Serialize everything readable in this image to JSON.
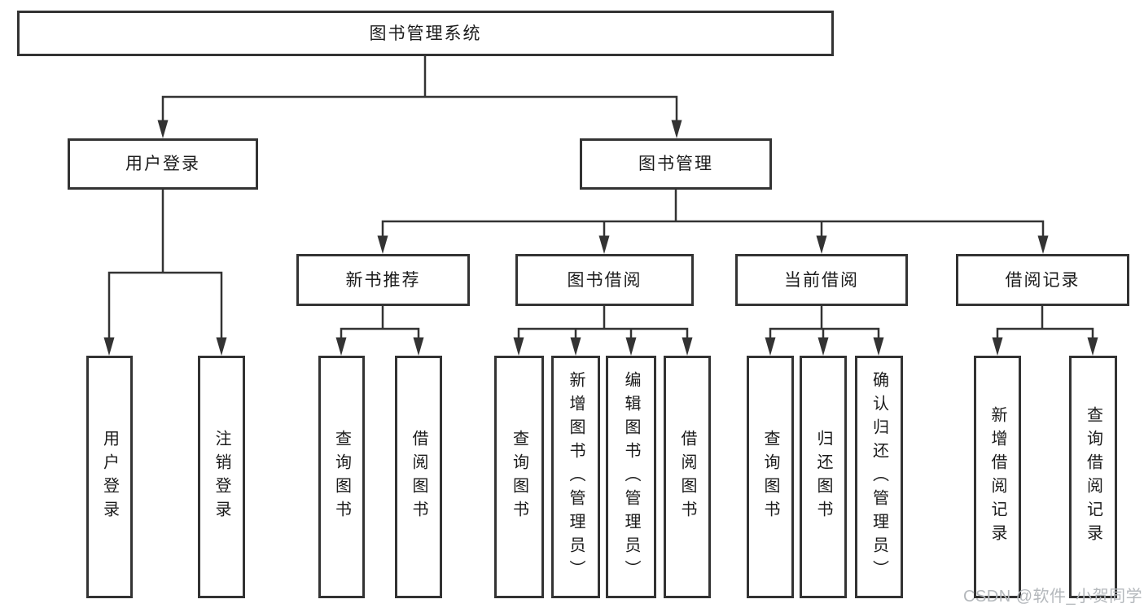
{
  "nodes": {
    "root": {
      "label": "图书管理系统"
    },
    "user_login": {
      "label": "用户登录"
    },
    "book_mgmt": {
      "label": "图书管理"
    },
    "new_book_rec": {
      "label": "新书推荐"
    },
    "book_borrow": {
      "label": "图书借阅"
    },
    "current_borrow": {
      "label": "当前借阅"
    },
    "borrow_record": {
      "label": "借阅记录"
    },
    "leaf_user_login": {
      "label": "用户登录"
    },
    "leaf_logout": {
      "label": "注销登录"
    },
    "nb_query": {
      "label": "查询图书"
    },
    "nb_borrow": {
      "label": "借阅图书"
    },
    "bb_query": {
      "label": "查询图书"
    },
    "bb_add": {
      "label": "新增图书（管理员）"
    },
    "bb_edit": {
      "label": "编辑图书（管理员）"
    },
    "bb_borrow": {
      "label": "借阅图书"
    },
    "cb_query": {
      "label": "查询图书"
    },
    "cb_return": {
      "label": "归还图书"
    },
    "cb_confirm": {
      "label": "确认归还（管理员）"
    },
    "br_add": {
      "label": "新增借阅记录"
    },
    "br_query": {
      "label": "查询借阅记录"
    }
  },
  "colors": {
    "line": "#333333",
    "text": "#1b1b1b",
    "watermark": "#b4b8bc"
  },
  "watermark": {
    "text": "CSDN @软件_小贺同学"
  }
}
